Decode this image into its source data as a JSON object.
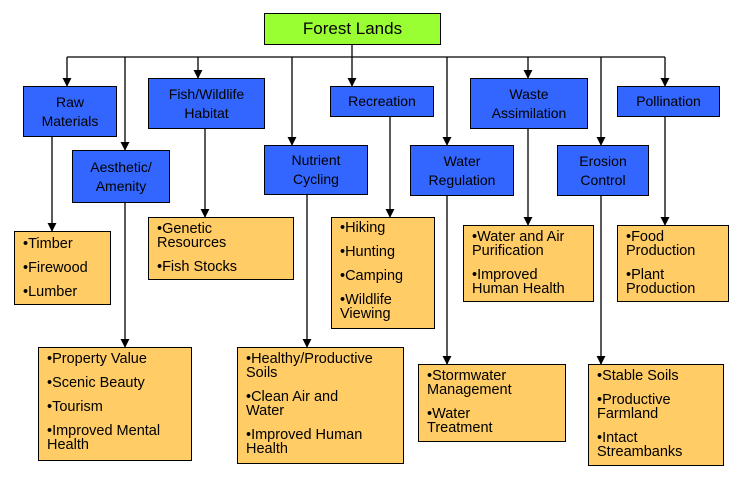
{
  "root": {
    "label": "Forest Lands"
  },
  "categories": [
    {
      "label": "Raw\nMaterials",
      "items": [
        "•Timber",
        "•Firewood",
        "•Lumber"
      ]
    },
    {
      "label": "Aesthetic/\nAmenity",
      "items": [
        "•Property Value",
        "•Scenic Beauty",
        "•Tourism",
        "•Improved Mental\nHealth"
      ]
    },
    {
      "label": "Fish/Wildlife\nHabitat",
      "items": [
        "•Genetic\nResources",
        "•Fish Stocks"
      ]
    },
    {
      "label": "Nutrient\nCycling",
      "items": [
        "•Healthy/Productive\nSoils",
        "•Clean Air and\nWater",
        "•Improved Human\nHealth"
      ]
    },
    {
      "label": "Recreation",
      "items": [
        "•Hiking",
        "•Hunting",
        "•Camping",
        "•Wildlife\nViewing"
      ]
    },
    {
      "label": "Water\nRegulation",
      "items": [
        "•Stormwater\nManagement",
        "•Water\nTreatment"
      ]
    },
    {
      "label": "Waste\nAssimilation",
      "items": [
        "•Water and Air\nPurification",
        "•Improved\nHuman Health"
      ]
    },
    {
      "label": "Erosion\nControl",
      "items": [
        "•Stable Soils",
        "•Productive\nFarmland",
        "•Intact\nStreambanks"
      ]
    },
    {
      "label": "Pollination",
      "items": [
        "•Food\nProduction",
        "•Plant\nProduction"
      ]
    }
  ],
  "colors": {
    "root": "#99ff33",
    "category": "#3366ff",
    "items": "#ffcc66",
    "lines": "#000000"
  }
}
